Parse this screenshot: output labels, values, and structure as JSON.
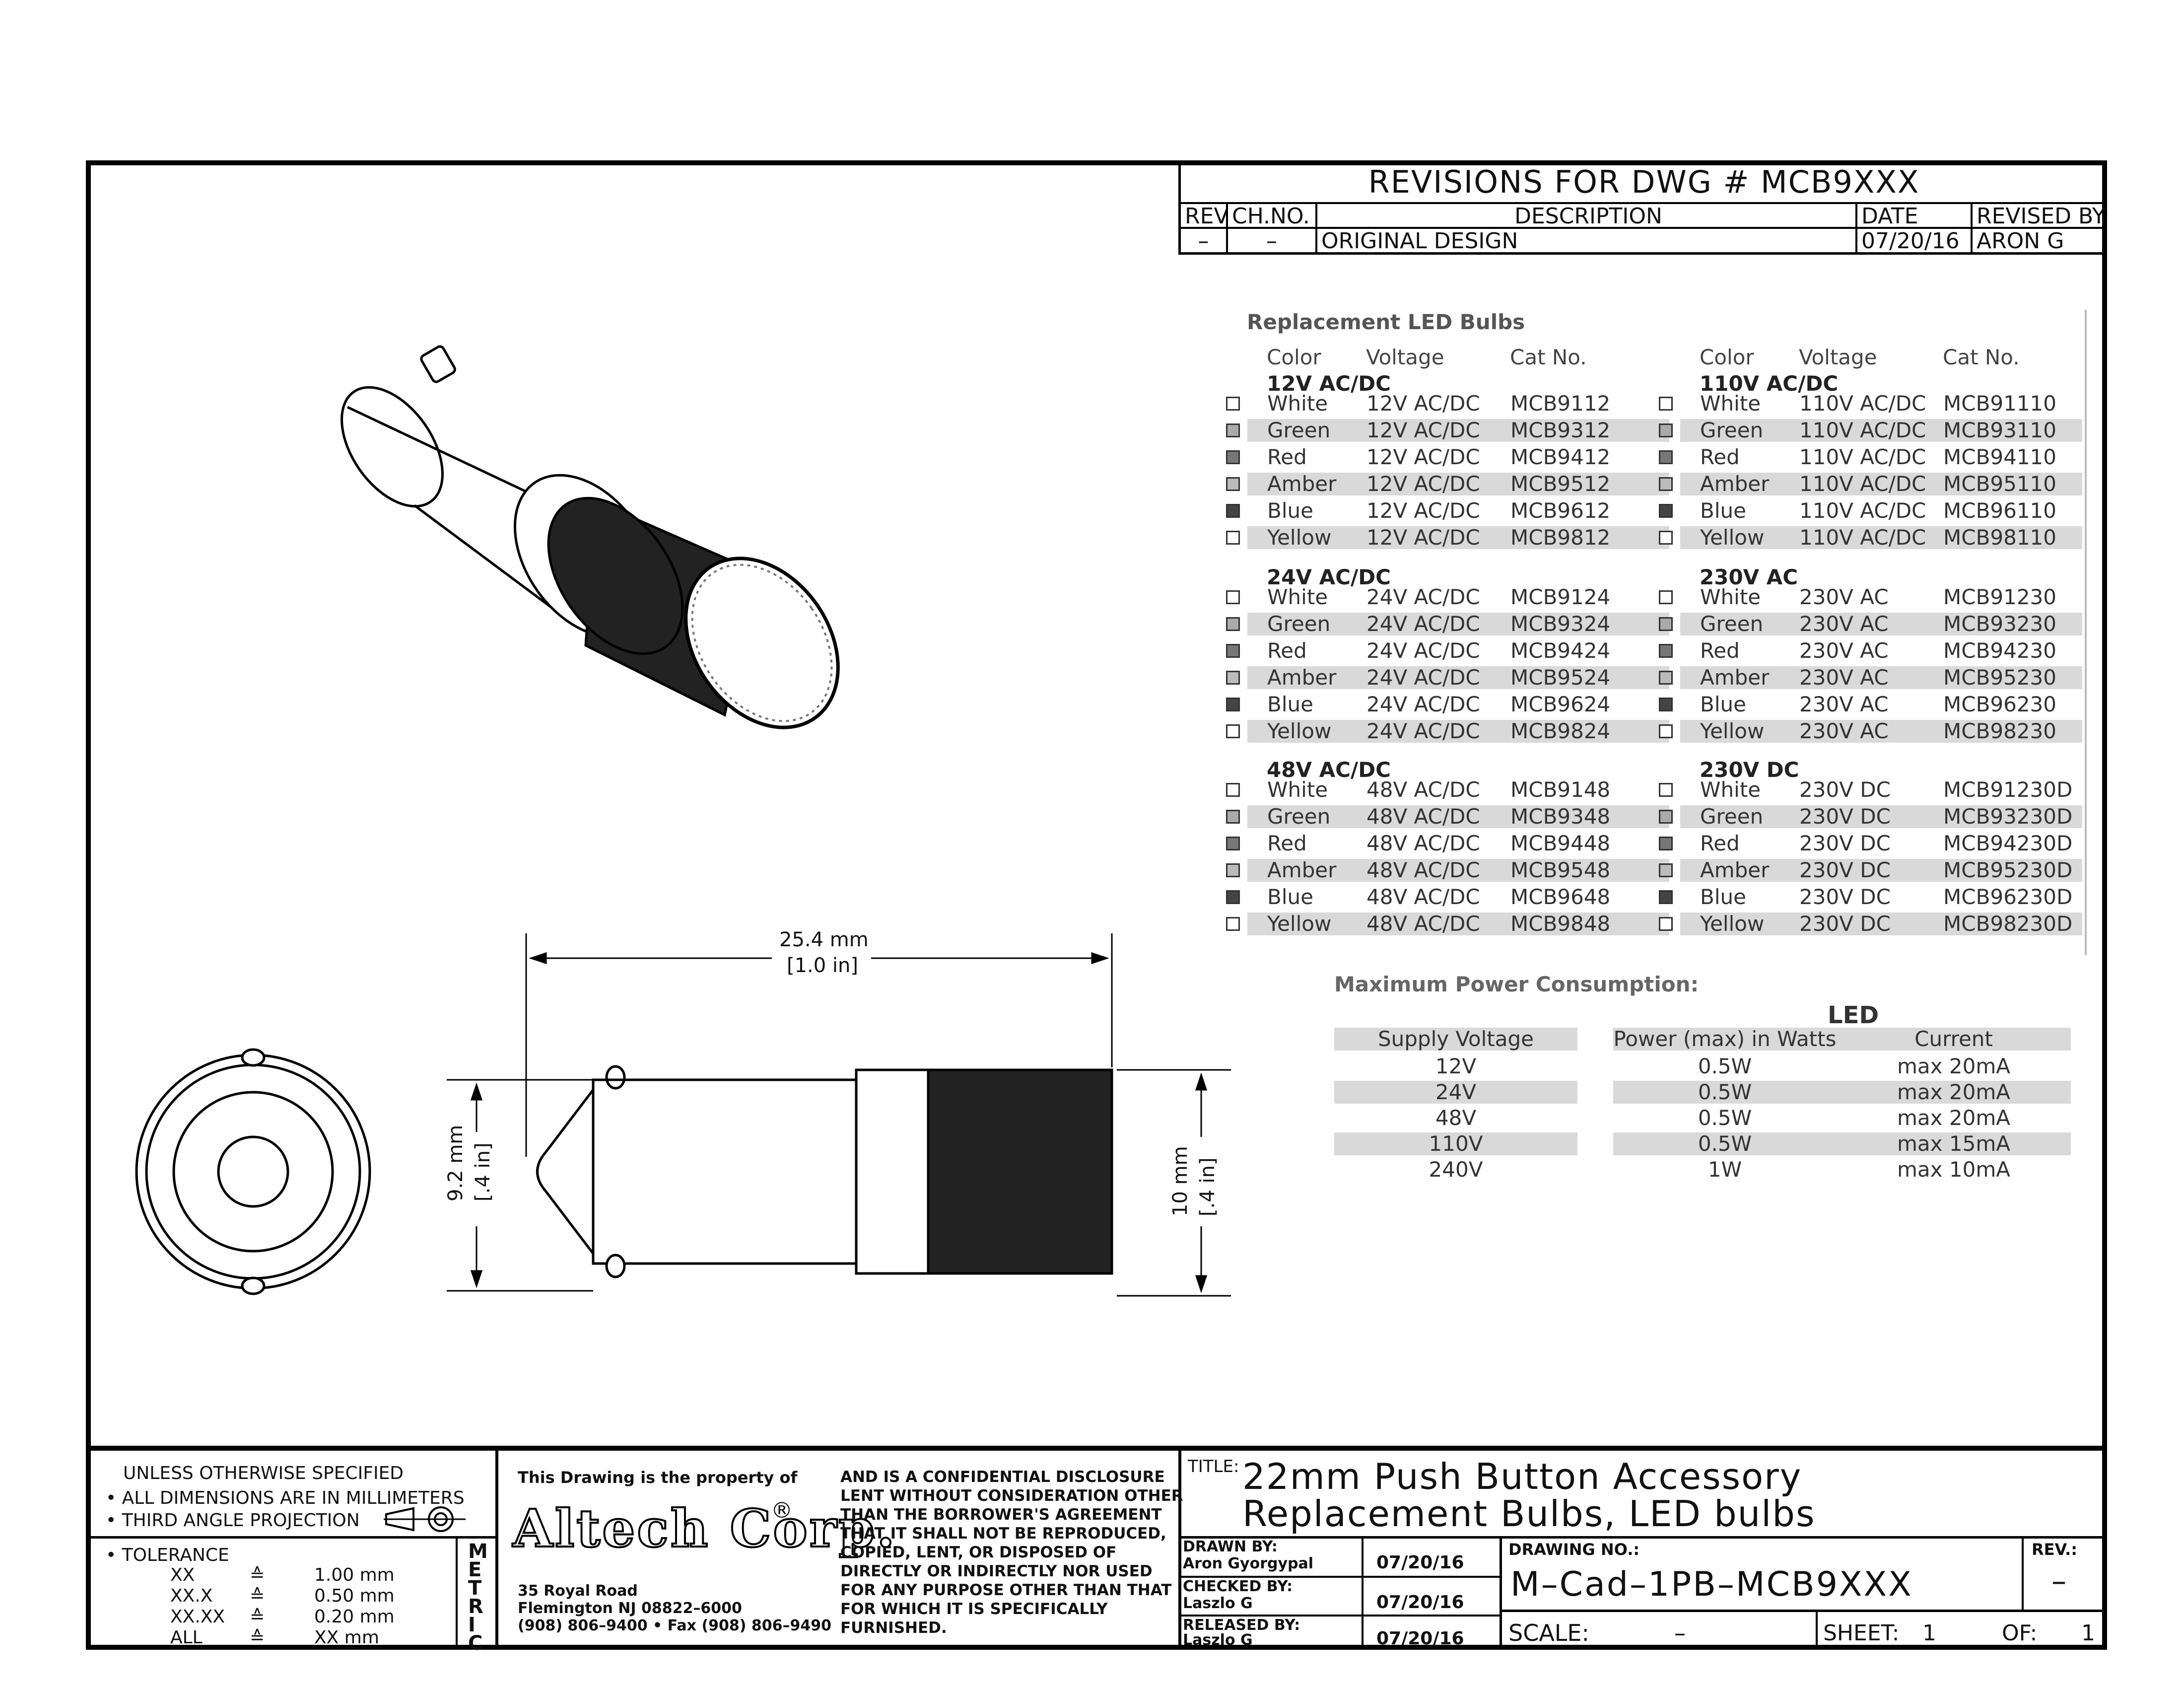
{
  "revisions": {
    "title": "REVISIONS  FOR  DWG  #  MCB9XXX",
    "headers": {
      "rev": "REV",
      "chno": "CH.NO.",
      "description": "DESCRIPTION",
      "date": "DATE",
      "revised_by": "REVISED  BY"
    },
    "row": {
      "rev": "–",
      "chno": "–",
      "description": "ORIGINAL  DESIGN",
      "date": "07/20/16",
      "revised_by": "ARON  G"
    }
  },
  "bulbs": {
    "title": "Replacement LED Bulbs",
    "col_headers": {
      "color": "Color",
      "voltage": "Voltage",
      "cat": "Cat No."
    },
    "left_groups": [
      {
        "name": "12V AC/DC",
        "rows": [
          [
            "White",
            "12V AC/DC",
            "MCB9112"
          ],
          [
            "Green",
            "12V AC/DC",
            "MCB9312"
          ],
          [
            "Red",
            "12V AC/DC",
            "MCB9412"
          ],
          [
            "Amber",
            "12V AC/DC",
            "MCB9512"
          ],
          [
            "Blue",
            "12V AC/DC",
            "MCB9612"
          ],
          [
            "Yellow",
            "12V AC/DC",
            "MCB9812"
          ]
        ]
      },
      {
        "name": "24V AC/DC",
        "rows": [
          [
            "White",
            "24V AC/DC",
            "MCB9124"
          ],
          [
            "Green",
            "24V AC/DC",
            "MCB9324"
          ],
          [
            "Red",
            "24V AC/DC",
            "MCB9424"
          ],
          [
            "Amber",
            "24V AC/DC",
            "MCB9524"
          ],
          [
            "Blue",
            "24V AC/DC",
            "MCB9624"
          ],
          [
            "Yellow",
            "24V AC/DC",
            "MCB9824"
          ]
        ]
      },
      {
        "name": "48V AC/DC",
        "rows": [
          [
            "White",
            "48V AC/DC",
            "MCB9148"
          ],
          [
            "Green",
            "48V AC/DC",
            "MCB9348"
          ],
          [
            "Red",
            "48V AC/DC",
            "MCB9448"
          ],
          [
            "Amber",
            "48V AC/DC",
            "MCB9548"
          ],
          [
            "Blue",
            "48V AC/DC",
            "MCB9648"
          ],
          [
            "Yellow",
            "48V AC/DC",
            "MCB9848"
          ]
        ]
      }
    ],
    "right_groups": [
      {
        "name": "110V AC/DC",
        "rows": [
          [
            "White",
            "110V AC/DC",
            "MCB91110"
          ],
          [
            "Green",
            "110V AC/DC",
            "MCB93110"
          ],
          [
            "Red",
            "110V AC/DC",
            "MCB94110"
          ],
          [
            "Amber",
            "110V AC/DC",
            "MCB95110"
          ],
          [
            "Blue",
            "110V AC/DC",
            "MCB96110"
          ],
          [
            "Yellow",
            "110V AC/DC",
            "MCB98110"
          ]
        ]
      },
      {
        "name": "230V AC",
        "rows": [
          [
            "White",
            "230V AC",
            "MCB91230"
          ],
          [
            "Green",
            "230V AC",
            "MCB93230"
          ],
          [
            "Red",
            "230V AC",
            "MCB94230"
          ],
          [
            "Amber",
            "230V AC",
            "MCB95230"
          ],
          [
            "Blue",
            "230V AC",
            "MCB96230"
          ],
          [
            "Yellow",
            "230V AC",
            "MCB98230"
          ]
        ]
      },
      {
        "name": "230V DC",
        "rows": [
          [
            "White",
            "230V DC",
            "MCB91230D"
          ],
          [
            "Green",
            "230V DC",
            "MCB93230D"
          ],
          [
            "Red",
            "230V DC",
            "MCB94230D"
          ],
          [
            "Amber",
            "230V DC",
            "MCB95230D"
          ],
          [
            "Blue",
            "230V DC",
            "MCB96230D"
          ],
          [
            "Yellow",
            "230V DC",
            "MCB98230D"
          ]
        ]
      }
    ],
    "swatch_colors": [
      "#ffffff",
      "#aaaaaa",
      "#777777",
      "#bbbbbb",
      "#444444",
      "#ffffff"
    ]
  },
  "power": {
    "title": "Maximum Power Consumption:",
    "led_label": "LED",
    "headers": {
      "supply": "Supply Voltage",
      "power": "Power (max) in Watts",
      "current": "Current"
    },
    "rows": [
      [
        "12V",
        "0.5W",
        "max 20mA"
      ],
      [
        "24V",
        "0.5W",
        "max 20mA"
      ],
      [
        "48V",
        "0.5W",
        "max 20mA"
      ],
      [
        "110V",
        "0.5W",
        "max 15mA"
      ],
      [
        "240V",
        "1W",
        "max 10mA"
      ]
    ]
  },
  "dimensions": {
    "length_mm": "25.4 mm",
    "length_in": "[1.0 in]",
    "dia_left_mm": "9.2 mm",
    "dia_left_in": "[.4 in]",
    "dia_right_mm": "10 mm",
    "dia_right_in": "[.4 in]"
  },
  "titleblock": {
    "unless": "UNLESS  OTHERWISE  SPECIFIED",
    "all_dims": "• ALL  DIMENSIONS  ARE  IN  MILLIMETERS",
    "third_angle": "• THIRD  ANGLE  PROJECTION",
    "tolerance": "• TOLERANCE",
    "tol_rows": [
      [
        "XX",
        "≙",
        "1.00 mm"
      ],
      [
        "XX.X",
        "≙",
        "0.50 mm"
      ],
      [
        "XX.XX",
        "≙",
        "0.20 mm"
      ],
      [
        "ALL",
        "≙",
        "XX mm"
      ]
    ],
    "metric": [
      "M",
      "E",
      "T",
      "R",
      "I",
      "C"
    ],
    "property": "This Drawing is the property of",
    "company": "Altech Corp.",
    "reg": "®",
    "address1": "35 Royal Road",
    "address2": "Flemington NJ 08822–6000",
    "address3": "(908) 806–9400 • Fax (908) 806–9490",
    "confidential": [
      "AND IS A CONFIDENTIAL DISCLOSURE",
      "LENT WITHOUT CONSIDERATION OTHER",
      "THAN THE BORROWER'S AGREEMENT",
      "THAT IT SHALL NOT BE REPRODUCED,",
      "COPIED, LENT, OR DISPOSED OF",
      "DIRECTLY OR INDIRECTLY NOR USED",
      "FOR ANY PURPOSE OTHER THAN THAT",
      "FOR WHICH IT IS SPECIFICALLY",
      "FURNISHED."
    ],
    "title_label": "TITLE:",
    "title1": "22mm  Push  Button  Accessory",
    "title2": "Replacement  Bulbs,  LED  bulbs",
    "drawn_by_lbl": "DRAWN  BY:",
    "drawn_by": "Aron  Gyorgypal",
    "drawn_date": "07/20/16",
    "checked_by_lbl": "CHECKED  BY:",
    "checked_by": "Laszlo  G",
    "checked_date": "07/20/16",
    "released_by_lbl": "RELEASED  BY:",
    "released_by": "Laszlo  G",
    "released_date": "07/20/16",
    "drawing_no_lbl": "DRAWING  NO.:",
    "drawing_no": "M–Cad–1PB–MCB9XXX",
    "rev_lbl": "REV.:",
    "rev": "–",
    "scale_lbl": "SCALE:",
    "scale": "–",
    "sheet_lbl": "SHEET:",
    "sheet": "1",
    "of_lbl": "OF:",
    "of": "1"
  }
}
